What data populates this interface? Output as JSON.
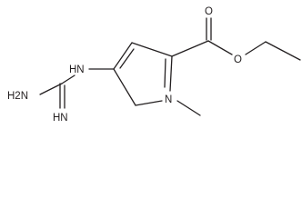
{
  "molecule": {
    "labels": {
      "nh_linker": "HN",
      "amine": "H2N",
      "imine": "HN",
      "carbonyl_o": "O",
      "ester_o": "O",
      "ring_n": "N"
    }
  }
}
